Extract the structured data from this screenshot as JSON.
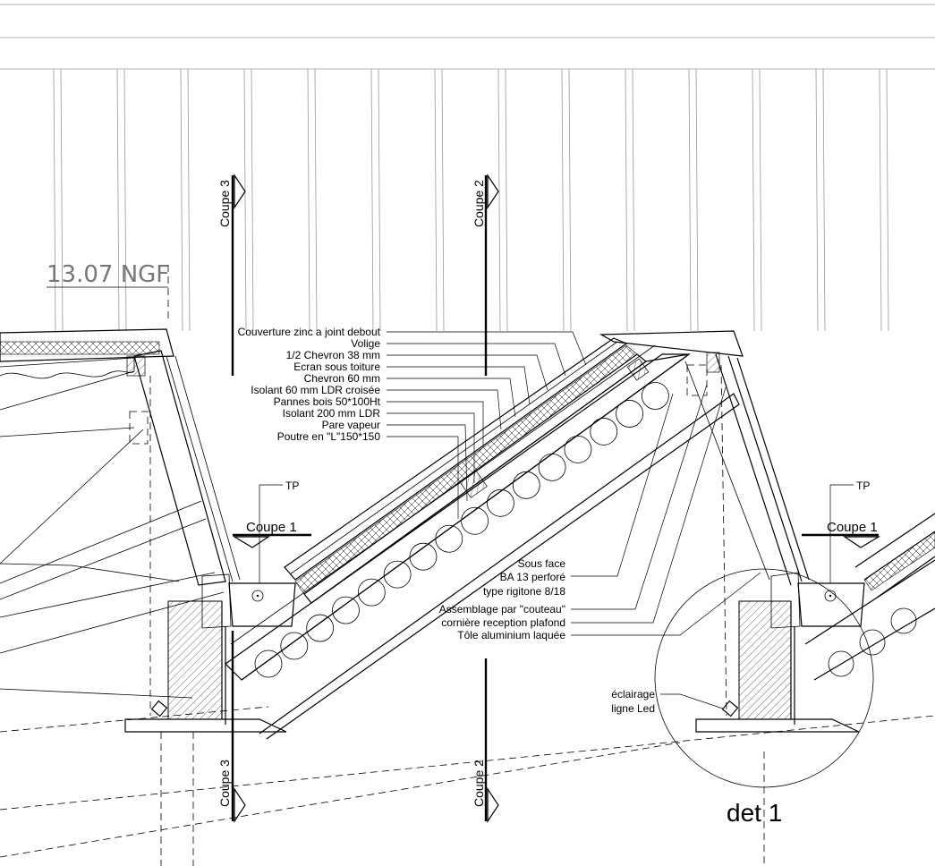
{
  "level_marker": {
    "label": "13.07  NGF"
  },
  "section_labels": {
    "coupe_1": "Coupe 1",
    "coupe_2": "Coupe 2",
    "coupe_3": "Coupe 3"
  },
  "tp_label": "TP",
  "roof_layers": [
    "Couverture zinc  a joint debout",
    "Volige",
    "1/2 Chevron 38 mm",
    "Ecran sous toiture",
    "Chevron 60 mm",
    "Isolant 60 mm LDR croisée",
    "Pannes bois 50*100Ht",
    "Isolant 200 mm LDR",
    "Pare vapeur",
    "Poutre en \"L\"150*150"
  ],
  "ceiling_notes": {
    "sous_face": [
      "Sous face",
      "BA 13 perforé",
      "type rigitone 8/18"
    ],
    "assemblage": [
      "Assemblage par \"couteau\"",
      "cornière reception plafond",
      "Tôle aluminium laquée"
    ]
  },
  "led_note": [
    "éclairage",
    "ligne Led"
  ],
  "detail_label": "det 1"
}
